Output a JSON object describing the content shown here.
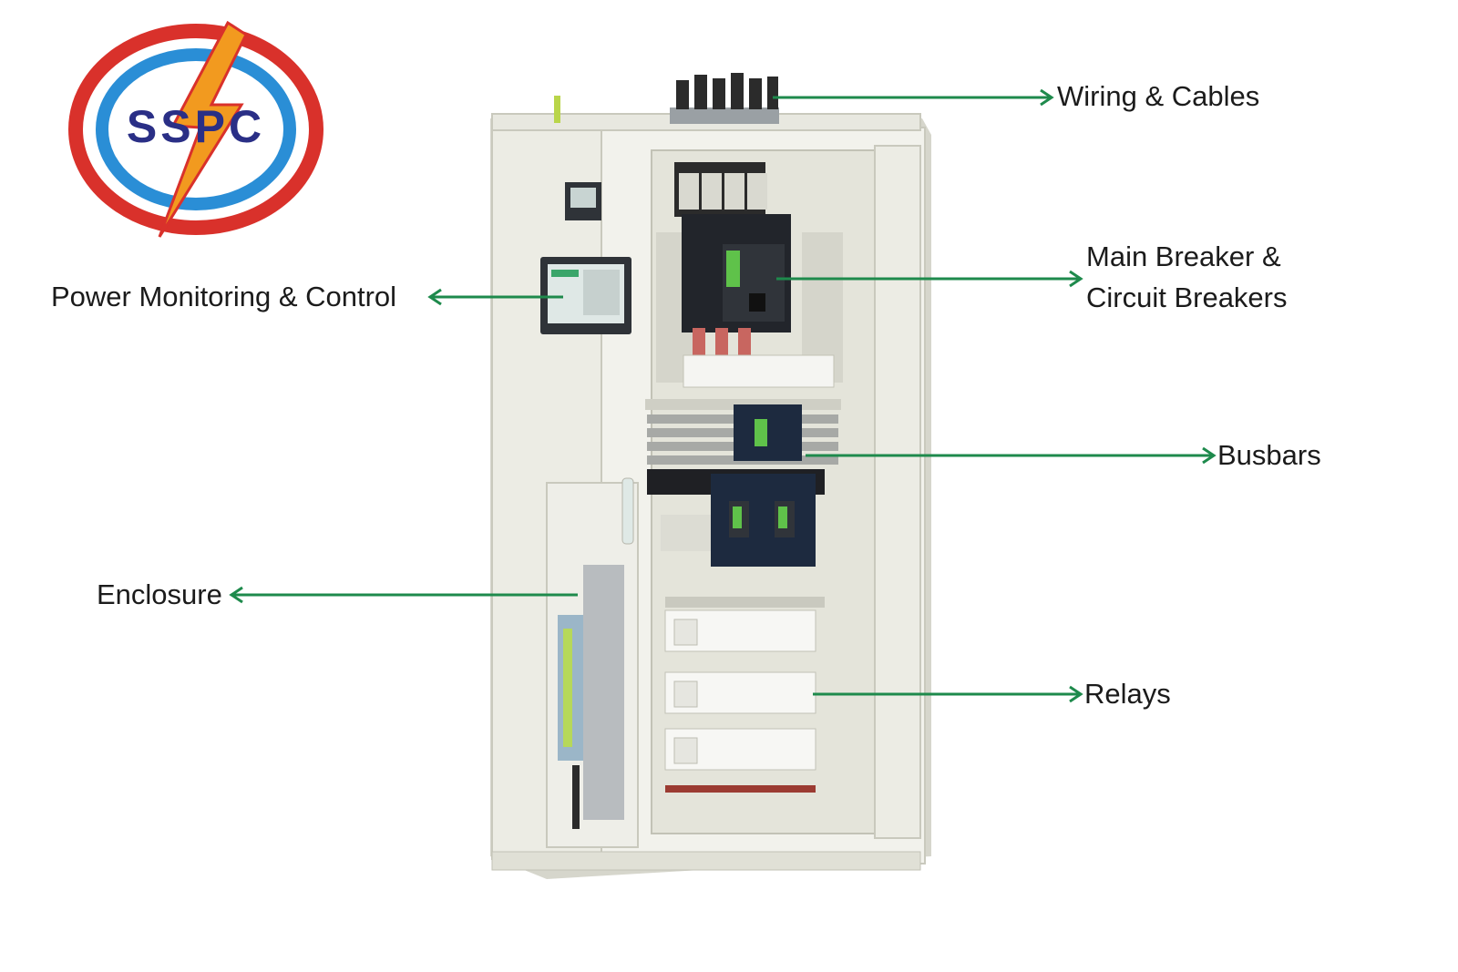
{
  "logo": {
    "text": "SSPC",
    "colors": {
      "ring": "#d9312b",
      "inner": "#2a8ed6",
      "bolt": "#f29a1f",
      "letters": "#2a2f86"
    }
  },
  "callouts": {
    "wiring": "Wiring & Cables",
    "breaker_line1": "Main Breaker &",
    "breaker_line2": "Circuit Breakers",
    "busbars": "Busbars",
    "relays": "Relays",
    "monitoring": "Power Monitoring & Control",
    "enclosure": "Enclosure"
  },
  "colors": {
    "arrow": "#1e8a4c",
    "cabinet": "#ecece4",
    "cabinet_shadow": "#d6d6cc",
    "breaker": "#22252b",
    "dark_module": "#1d2a3f"
  },
  "icons": {
    "arrow": "arrow-icon"
  }
}
